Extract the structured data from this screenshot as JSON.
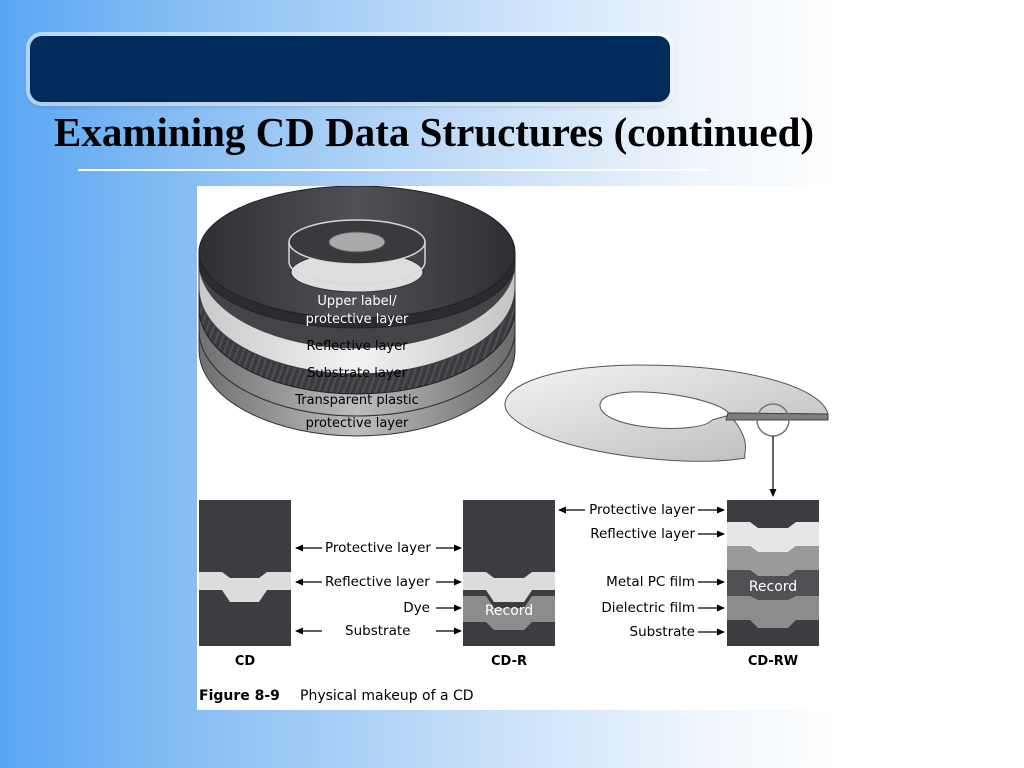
{
  "slide": {
    "title": "Examining CD Data Structures (continued)"
  },
  "disc": {
    "labels": {
      "upper_1": "Upper label/",
      "upper_2": "protective layer",
      "reflective": "Reflective layer",
      "substrate": "Substrate layer",
      "plastic_1": "Transparent plastic",
      "plastic_2": "protective layer"
    }
  },
  "sections": {
    "cd": "CD",
    "cdr": "CD-R",
    "cdrw": "CD-RW"
  },
  "callouts": {
    "protective": "Protective layer",
    "reflective": "Reflective layer",
    "dye": "Dye",
    "substrate": "Substrate",
    "record": "Record",
    "metal_pc": "Metal PC film",
    "dielectric": "Dielectric film"
  },
  "caption": {
    "number": "Figure 8-9",
    "text": "Physical makeup of a CD"
  },
  "colors": {
    "title_bar": "#002b5a",
    "dark_layer": "#3c3c41",
    "light_layer": "#dcdcdc",
    "mid_layer": "#8c8c8c"
  }
}
